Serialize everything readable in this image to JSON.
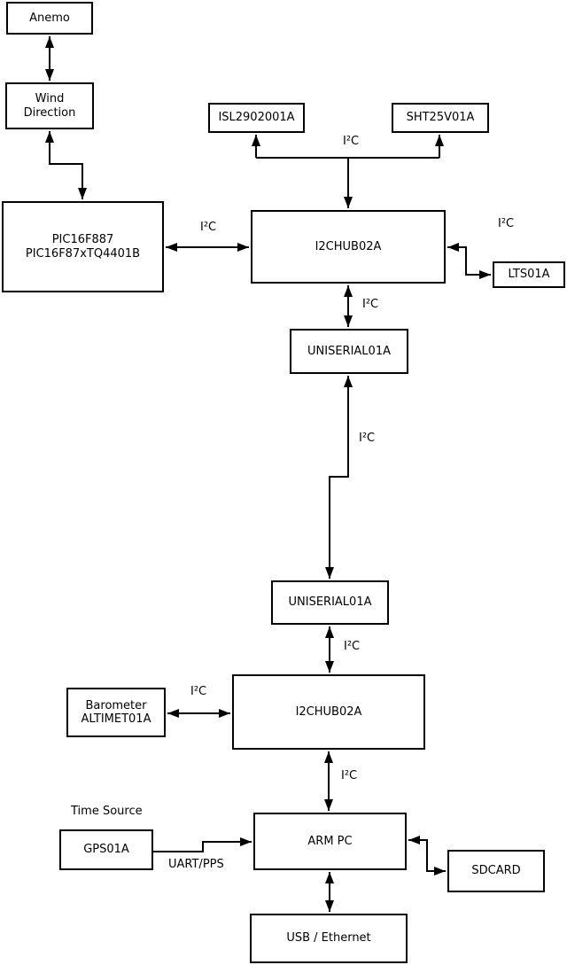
{
  "nodes": {
    "anemo": {
      "label": "Anemo"
    },
    "wind_direction": {
      "label": "Wind\nDirection"
    },
    "pic": {
      "label": "PIC16F887\nPIC16F87xTQ4401B"
    },
    "isl": {
      "label": "ISL2902001A"
    },
    "sht": {
      "label": "SHT25V01A"
    },
    "i2c_hub_1": {
      "label": "I2CHUB02A"
    },
    "lts": {
      "label": "LTS01A"
    },
    "uniserial_1": {
      "label": "UNISERIAL01A"
    },
    "uniserial_2": {
      "label": "UNISERIAL01A"
    },
    "barometer": {
      "label": "Barometer\nALTIMET01A"
    },
    "i2c_hub_2": {
      "label": "I2CHUB02A"
    },
    "arm_pc": {
      "label": "ARM PC"
    },
    "gps": {
      "label": "GPS01A"
    },
    "sdcard": {
      "label": "SDCARD"
    },
    "usb_ethernet": {
      "label": "USB / Ethernet"
    }
  },
  "edge_labels": {
    "i2c_sensors_top": "I²C",
    "i2c_pic_hub1": "I²C",
    "i2c_hub1_lts": "I²C",
    "i2c_hub1_uniserial1": "I²C",
    "i2c_uniserial_link": "I²C",
    "i2c_uniserial2_hub2": "I²C",
    "i2c_barometer_hub2": "I²C",
    "i2c_hub2_armpc": "I²C",
    "time_source": "Time Source",
    "uart_pps": "UART/PPS"
  },
  "colors": {
    "line": "#000000",
    "box_border": "#000000",
    "box_fill": "#ffffff",
    "background": "#ffffff"
  }
}
